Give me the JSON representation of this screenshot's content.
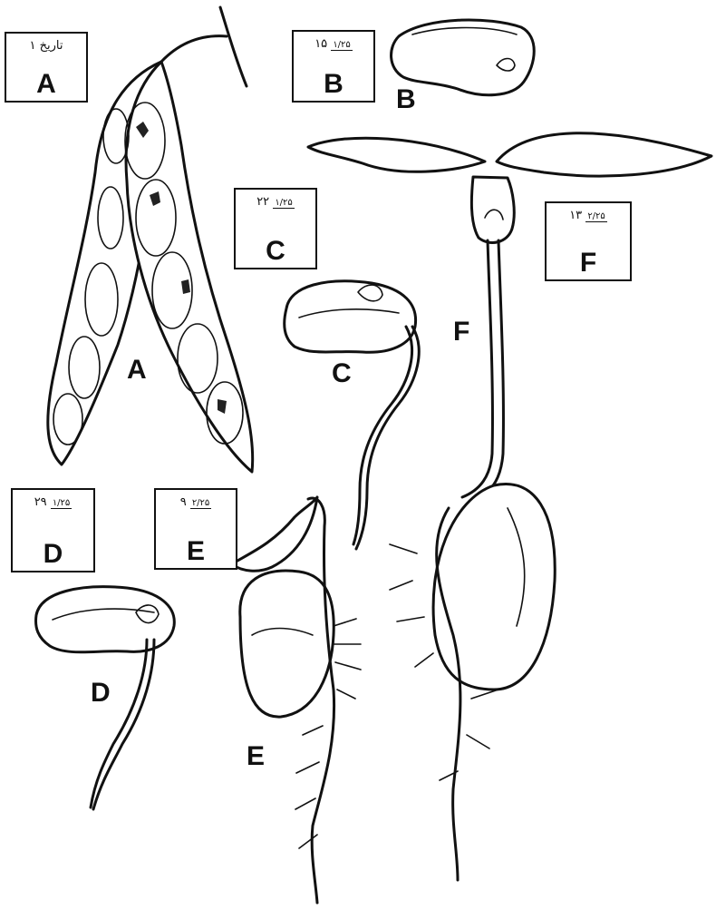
{
  "figure_labels": {
    "A": "A",
    "B": "B",
    "C": "C",
    "D": "D",
    "E": "E",
    "F": "F"
  },
  "scale_boxes": {
    "A": {
      "numeral": "تاریخ ۱",
      "fraction": "",
      "letter": "A"
    },
    "B": {
      "numeral": "۱۵",
      "fraction": "۱/۲۵",
      "letter": "B"
    },
    "C": {
      "numeral": "۲۲",
      "fraction": "۱/۲۵",
      "letter": "C"
    },
    "D": {
      "numeral": "۲۹",
      "fraction": "۱/۲۵",
      "letter": "D"
    },
    "E": {
      "numeral": "۹",
      "fraction": "۲/۲۵",
      "letter": "E"
    },
    "F": {
      "numeral": "۱۳",
      "fraction": "۲/۲۵",
      "letter": "F"
    }
  }
}
